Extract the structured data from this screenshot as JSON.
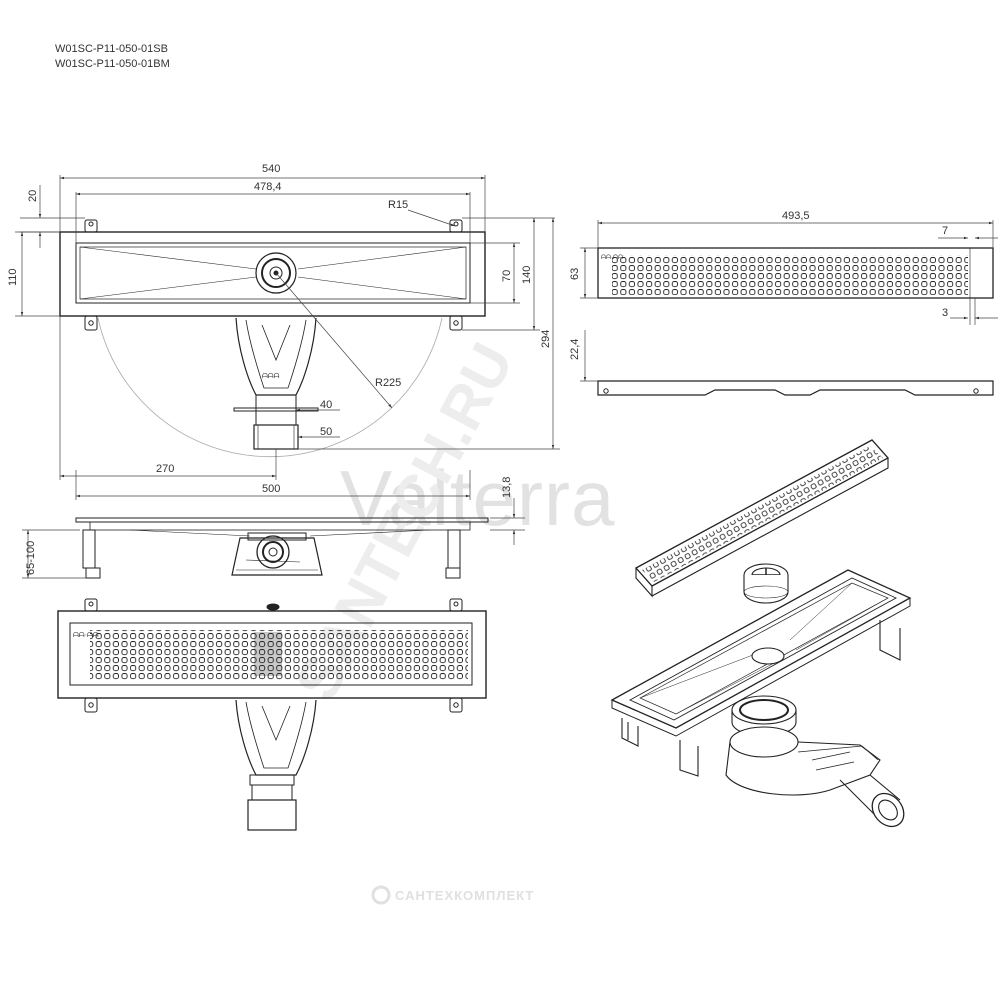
{
  "product_codes": [
    "W01SC-P11-050-01SB",
    "W01SC-P11-050-01BM"
  ],
  "dimensions": {
    "d540": "540",
    "d478": "478,4",
    "d20": "20",
    "d110": "110",
    "r15": "R15",
    "d70": "70",
    "d140": "140",
    "d294": "294",
    "r225": "R225",
    "d40": "40",
    "d50": "50",
    "d270": "270",
    "d500": "500",
    "d13_8": "13,8",
    "d65_100": "65-100",
    "d493": "493,5",
    "d7": "7",
    "d63": "63",
    "d3": "3",
    "d22": "22,4"
  },
  "watermarks": {
    "brand": "Valterra",
    "site": "SANTECH.RU",
    "footer": "САНТЕХКОМПЛЕКТ"
  },
  "grate_mark": "ᗩᗩ·ᗩᗩ"
}
